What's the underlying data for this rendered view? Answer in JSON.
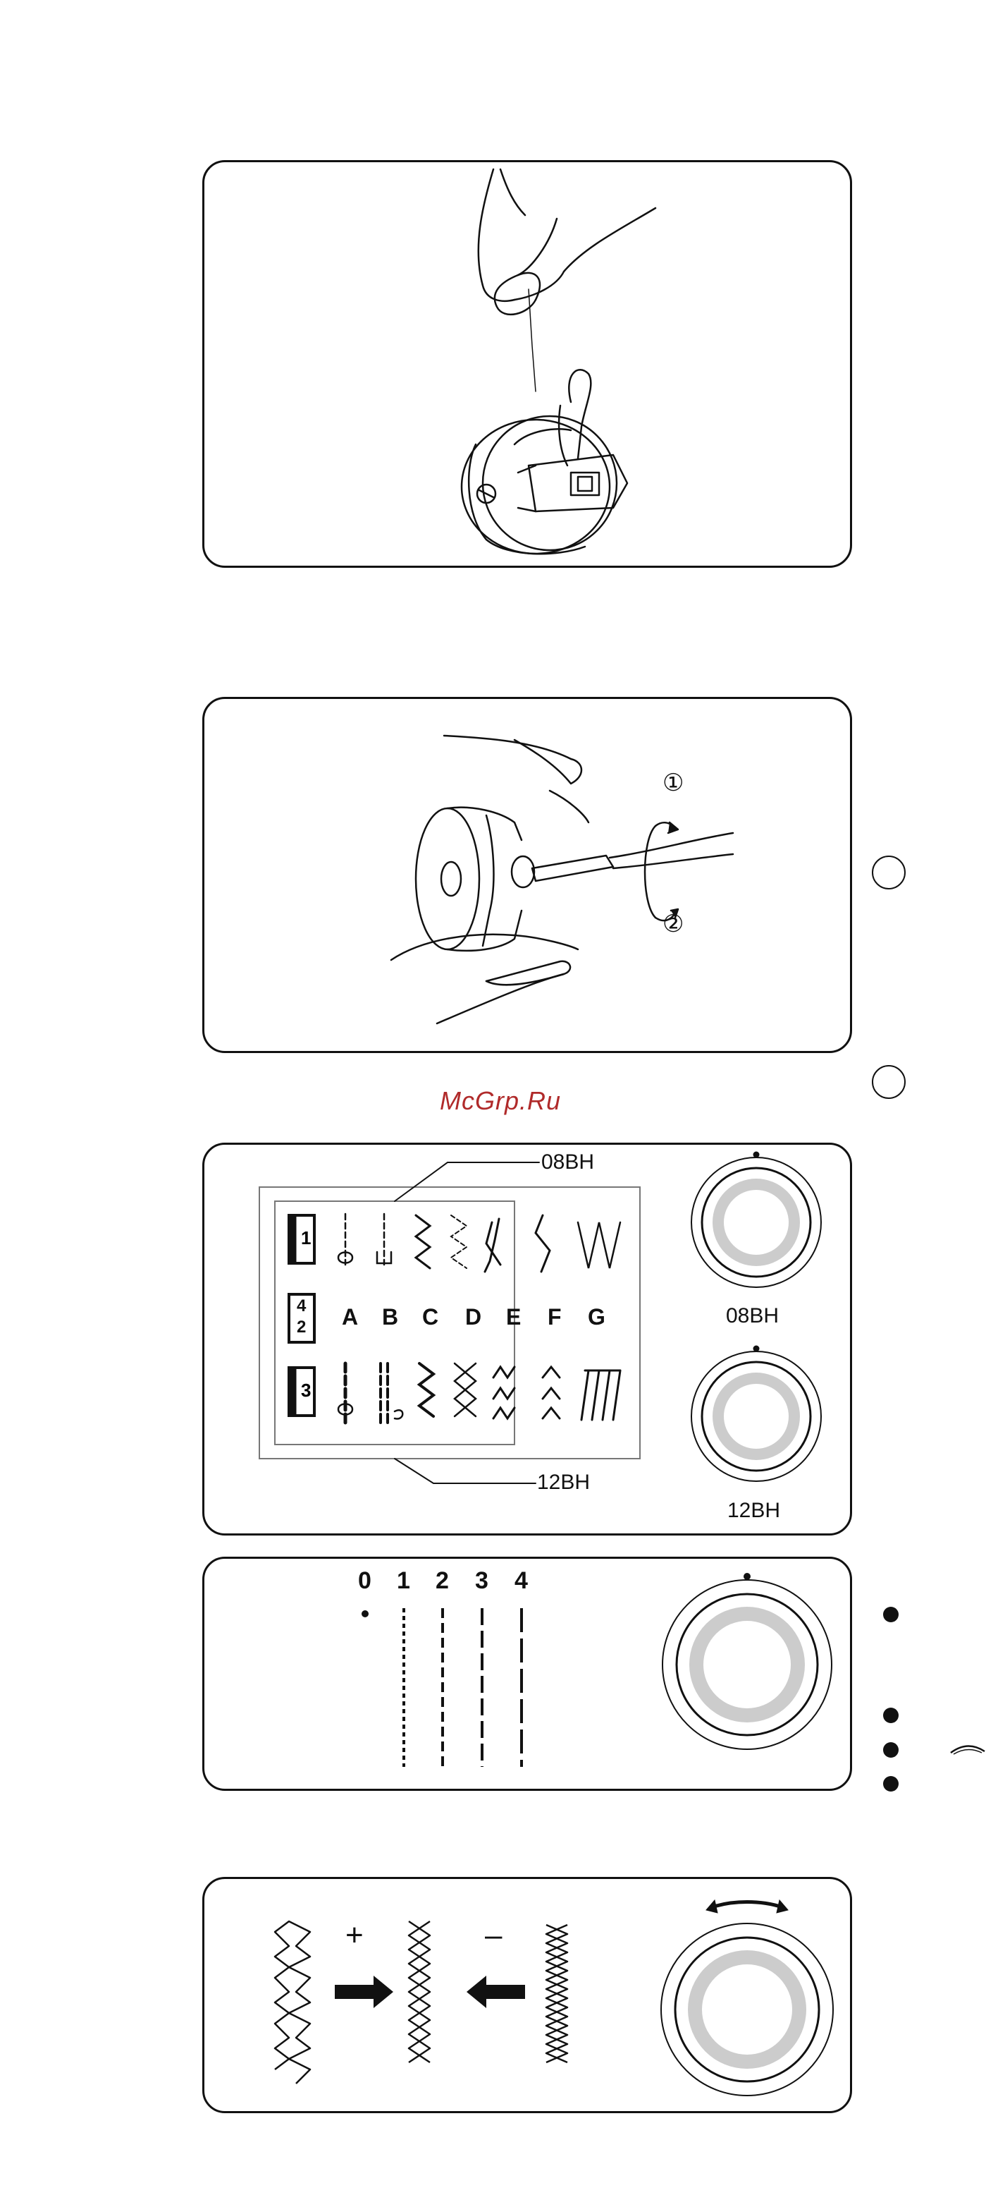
{
  "watermark": "McGrp.Ru",
  "fig_bobbin_thread": {},
  "fig_tension_screw": {
    "step1": "①",
    "step2": "②"
  },
  "fig_stitch_chart": {
    "label_top": "08BH",
    "label_bottom": "12BH",
    "dial_label_top": "08BH",
    "dial_label_bottom": "12BH",
    "row_badges": [
      "1",
      "4\n2",
      "3"
    ],
    "letters": [
      "A",
      "B",
      "C",
      "D",
      "E",
      "F",
      "G"
    ]
  },
  "fig_stitch_length": {
    "numbers": [
      "0",
      "1",
      "2",
      "3",
      "4"
    ]
  },
  "fig_balance": {
    "plus": "+",
    "minus": "–"
  }
}
